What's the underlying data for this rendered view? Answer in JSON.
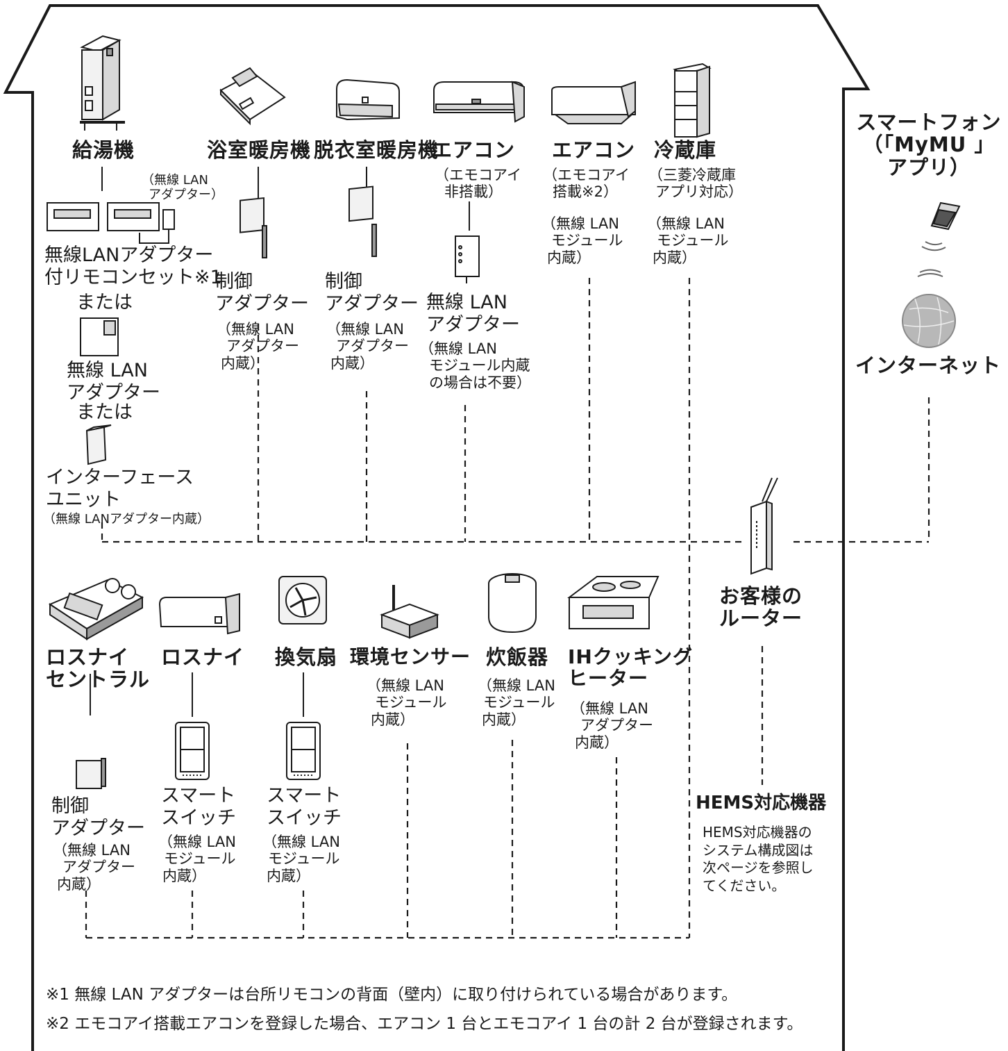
{
  "internet_side": {
    "smartphone": [
      "スマートフォン",
      "（「MyMU 」",
      "アプリ）"
    ],
    "internet": "インターネット"
  },
  "upper_devices": {
    "water_heater": {
      "name": "給湯機",
      "adapter_note": [
        "（無線 LAN",
        "アダプター）"
      ],
      "option1": [
        "無線LANアダプター",
        "付リモコンセット※1"
      ],
      "or1": "または",
      "option2": [
        "無線 LAN",
        "アダプター"
      ],
      "or2": "または",
      "option3": [
        "インターフェース",
        "ユニット"
      ],
      "option3_note": "（無線 LANアダプター内蔵）"
    },
    "bathroom_heater": {
      "name": "浴室暖房機",
      "adapter": [
        "制御",
        "アダプター"
      ],
      "note": [
        "（無線 LAN",
        "アダプター",
        "内蔵）"
      ]
    },
    "dressing_room_heater": {
      "name": "脱衣室暖房機",
      "adapter": [
        "制御",
        "アダプター"
      ],
      "note": [
        "（無線 LAN",
        "アダプター",
        "内蔵）"
      ]
    },
    "aircon_1": {
      "name": "エアコン",
      "sub": [
        "（エモコアイ",
        "非搭載）"
      ],
      "adapter": [
        "無線 LAN",
        "アダプター"
      ],
      "note": [
        "（無線 LAN",
        "モジュール内蔵",
        "の場合は不要）"
      ]
    },
    "aircon_2": {
      "name": "エアコン",
      "sub": [
        "（エモコアイ",
        "搭載※2）"
      ],
      "note": [
        "（無線 LAN",
        "モジュール",
        "内蔵）"
      ]
    },
    "refrigerator": {
      "name": "冷蔵庫",
      "sub": [
        "（三菱冷蔵庫",
        "アプリ対応）"
      ],
      "note": [
        "（無線 LAN",
        "モジュール",
        "内蔵）"
      ]
    }
  },
  "router": [
    "お客様の",
    "ルーター"
  ],
  "lower_devices": {
    "lossnay_central": {
      "name": [
        "ロスナイ",
        "セントラル"
      ],
      "adapter": [
        "制御",
        "アダプター"
      ],
      "note": [
        "（無線 LAN",
        "アダプター",
        "内蔵）"
      ]
    },
    "lossnay": {
      "name": "ロスナイ",
      "adapter": [
        "スマート",
        "スイッチ"
      ],
      "note": [
        "（無線 LAN",
        "モジュール",
        "内蔵）"
      ]
    },
    "fan": {
      "name": "換気扇",
      "adapter": [
        "スマート",
        "スイッチ"
      ],
      "note": [
        "（無線 LAN",
        "モジュール",
        "内蔵）"
      ]
    },
    "env_sensor": {
      "name": "環境センサー",
      "note": [
        "（無線 LAN",
        "モジュール",
        "内蔵）"
      ]
    },
    "rice_cooker": {
      "name": "炊飯器",
      "note": [
        "（無線 LAN",
        "モジュール",
        "内蔵）"
      ]
    },
    "ih_heater": {
      "name": [
        "IHクッキング",
        "ヒーター"
      ],
      "note": [
        "（無線 LAN",
        "アダプター",
        "内蔵）"
      ]
    }
  },
  "hems": {
    "title": "HEMS対応機器",
    "note": [
      "HEMS対応機器の",
      "システム構成図は",
      "次ページを参照し",
      "てください。"
    ]
  },
  "footnotes": [
    "※1  無線 LAN アダプターは台所リモコンの背面（壁内）に取り付けられている場合があります。",
    "※2  エモコアイ搭載エアコンを登録した場合、エアコン 1 台とエモコアイ 1 台の計 2 台が登録されます。"
  ],
  "colors": {
    "line": "#1a1a1a",
    "fill_light": "#f2f2f2",
    "fill_mid": "#d8d8d8",
    "fill_dark": "#9a9a9a"
  }
}
